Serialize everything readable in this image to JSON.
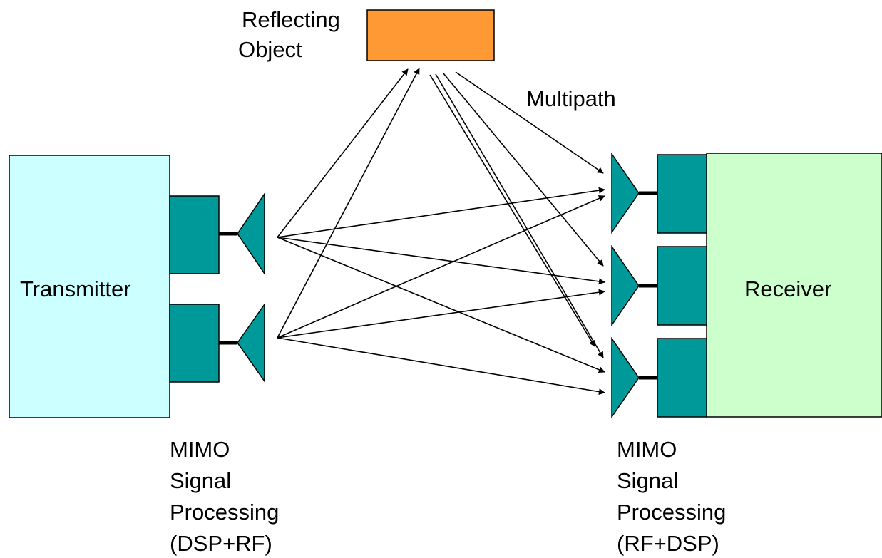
{
  "reflector": {
    "label_line1": "Reflecting",
    "label_line2": "Object"
  },
  "multipath_label": "Multipath",
  "transmitter": {
    "label": "Transmitter",
    "caption": [
      "MIMO",
      "Signal",
      "Processing",
      "(DSP+RF)"
    ]
  },
  "receiver": {
    "label": "Receiver",
    "caption": [
      "MIMO",
      "Signal",
      "Processing",
      "(RF+DSP)"
    ]
  },
  "colors": {
    "transmitter_fill": "#ccffff",
    "receiver_fill": "#ccffcc",
    "rf_block_fill": "#009999",
    "reflector_fill": "#ff9933"
  }
}
